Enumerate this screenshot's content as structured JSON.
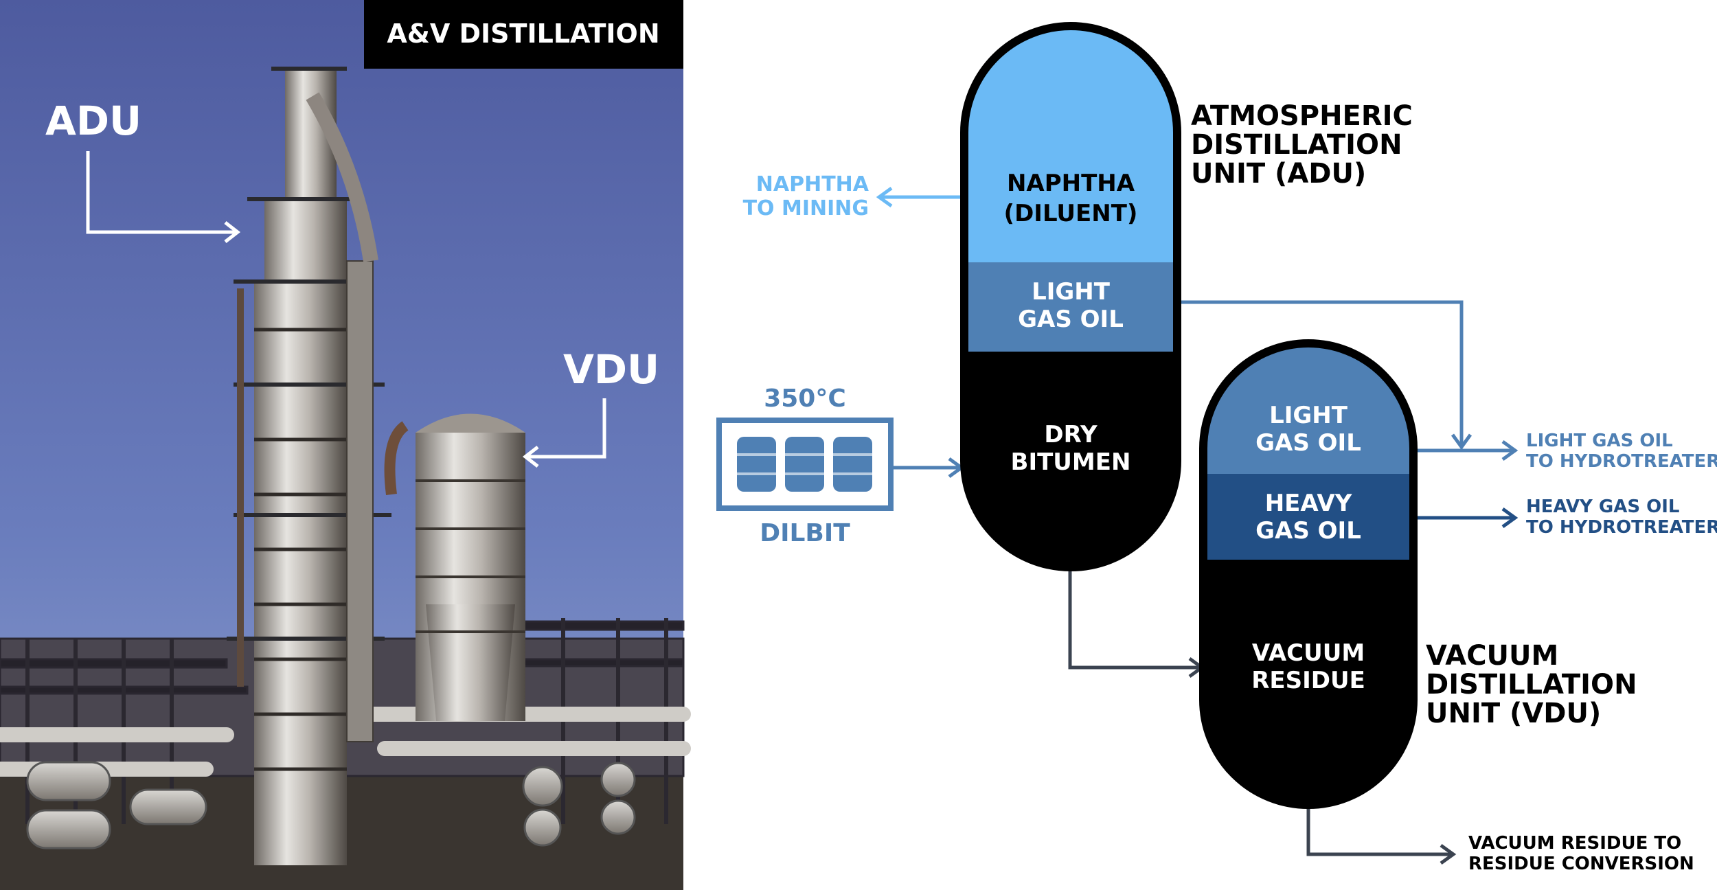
{
  "photo": {
    "title": "A&V DISTILLATION",
    "adu_label": "ADU",
    "vdu_label": "VDU"
  },
  "adu": {
    "naphtha_line1": "NAPHTHA",
    "naphtha_line2": "(DILUENT)",
    "lgo_line1": "LIGHT",
    "lgo_line2": "GAS OIL",
    "bitumen_line1": "DRY",
    "bitumen_line2": "BITUMEN",
    "title_line1": "ATMOSPHERIC",
    "title_line2": "DISTILLATION",
    "title_line3": "UNIT (ADU)"
  },
  "vdu": {
    "lgo_line1": "LIGHT",
    "lgo_line2": "GAS OIL",
    "hgo_line1": "HEAVY",
    "hgo_line2": "GAS OIL",
    "residue_line1": "VACUUM",
    "residue_line2": "RESIDUE",
    "title_line1": "VACUUM",
    "title_line2": "DISTILLATION",
    "title_line3": "UNIT (VDU)"
  },
  "feed": {
    "temperature": "350°C",
    "name": "DILBIT"
  },
  "outputs": {
    "naphtha_line1": "NAPHTHA",
    "naphtha_line2": "TO MINING",
    "lgo_line1": "LIGHT GAS OIL",
    "lgo_line2": "TO HYDROTREATER",
    "hgo_line1": "HEAVY GAS OIL",
    "hgo_line2": "TO HYDROTREATER",
    "residue_line1": "VACUUM RESIDUE TO",
    "residue_line2": "RESIDUE CONVERSION"
  },
  "colors": {
    "naphtha": "#6bbaf5",
    "light_gas_oil": "#4f80b4",
    "heavy_gas_oil": "#224f85",
    "bitumen": "#000000",
    "feed": "#4f80b4",
    "residue_line": "#3b4350",
    "sky": "#5a6aae"
  },
  "icons": [
    "arrow-icon",
    "barrel-icon"
  ]
}
